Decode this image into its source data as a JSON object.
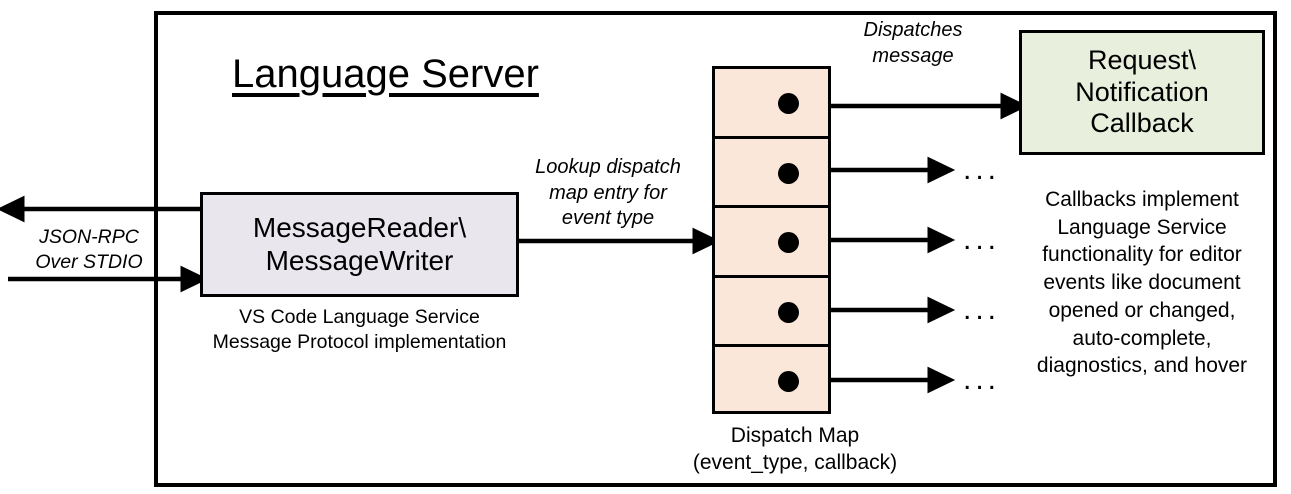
{
  "diagram": {
    "title": "Language Server",
    "external_io": {
      "label": "JSON-RPC\nOver STDIO",
      "inbound_arrow": "arrow-right-into-message-reader",
      "outbound_arrow": "arrow-left-out-of-language-server"
    },
    "message_io_box": {
      "title": "MessageReader\\\nMessageWriter",
      "caption": "VS Code Language Service\nMessage Protocol implementation",
      "fill": "#e9e6ee"
    },
    "lookup_label": "Lookup dispatch\nmap entry for\nevent type",
    "dispatch_map": {
      "caption": "Dispatch Map\n(event_type, callback)",
      "fill": "#fbe7da",
      "entry_count": 5,
      "entries": [
        {
          "dot": "callback-dot",
          "target": "request-notification-callback"
        },
        {
          "dot": "callback-dot",
          "target": "ellipsis"
        },
        {
          "dot": "callback-dot",
          "target": "ellipsis"
        },
        {
          "dot": "callback-dot",
          "target": "ellipsis"
        },
        {
          "dot": "callback-dot",
          "target": "ellipsis"
        }
      ],
      "ellipsis": "..."
    },
    "dispatch_label": "Dispatches\nmessage",
    "callback_box": {
      "title": "Request\\\nNotification\nCallback",
      "fill": "#e8efdd",
      "caption": "Callbacks implement\nLanguage Service\nfunctionality for editor\nevents like document\nopened or changed,\nauto-complete,\ndiagnostics, and hover"
    },
    "colors": {
      "stroke": "#000000",
      "lavender": "#e9e6ee",
      "peach": "#fbe7da",
      "green": "#e8efdd",
      "background": "#ffffff"
    }
  }
}
